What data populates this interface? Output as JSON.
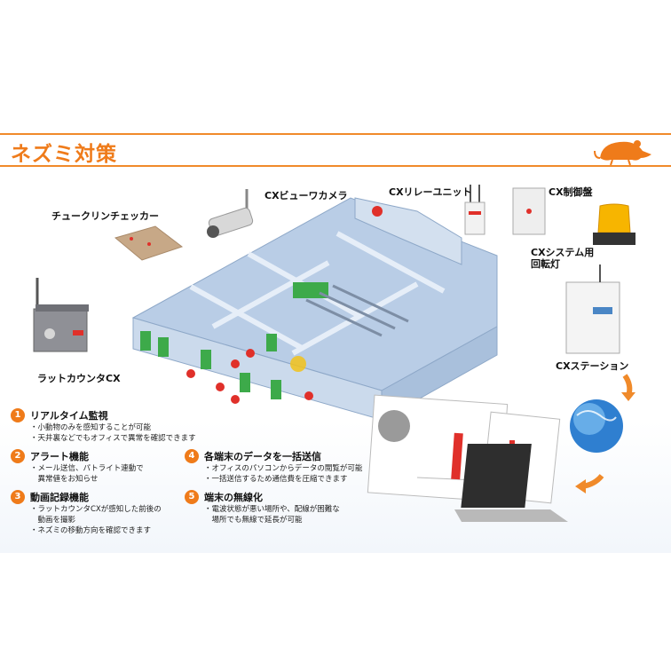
{
  "title": "ネズミ対策",
  "labels": {
    "checker": "チュークリンチェッカー",
    "camera": "CXビューワカメラ",
    "relay": "CXリレーユニット",
    "panel": "CX制御盤",
    "lamp_line1": "CXシステム用",
    "lamp_line2": "回転灯",
    "rat_counter": "ラットカウンタCX",
    "station": "CXステーション"
  },
  "features": [
    {
      "num": "1",
      "title": "リアルタイム監視",
      "lines": [
        "・小動物のみを感知することが可能",
        "・天井裏などでもオフィスで異常を確認できます"
      ]
    },
    {
      "num": "2",
      "title": "アラート機能",
      "lines": [
        "・メール送信、パトライト連動で",
        "　異常値をお知らせ"
      ]
    },
    {
      "num": "3",
      "title": "動画記録機能",
      "lines": [
        "・ラットカウンタCXが感知した前後の",
        "　動画を撮影",
        "・ネズミの移動方向を確認できます"
      ]
    },
    {
      "num": "4",
      "title": "各端末のデータを一括送信",
      "lines": [
        "・オフィスのパソコンからデータの閲覧が可能",
        "・一括送信するため通信費を圧縮できます"
      ]
    },
    {
      "num": "5",
      "title": "端末の無線化",
      "lines": [
        "・電波状態が悪い場所や、配線が困難な",
        "　場所でも無線で延長が可能"
      ]
    }
  ],
  "colors": {
    "accent": "#ef7b1a",
    "floor": "#b9cde6",
    "wall": "#d9e4f2",
    "green": "#3daa4a",
    "alert": "#e0302a"
  }
}
